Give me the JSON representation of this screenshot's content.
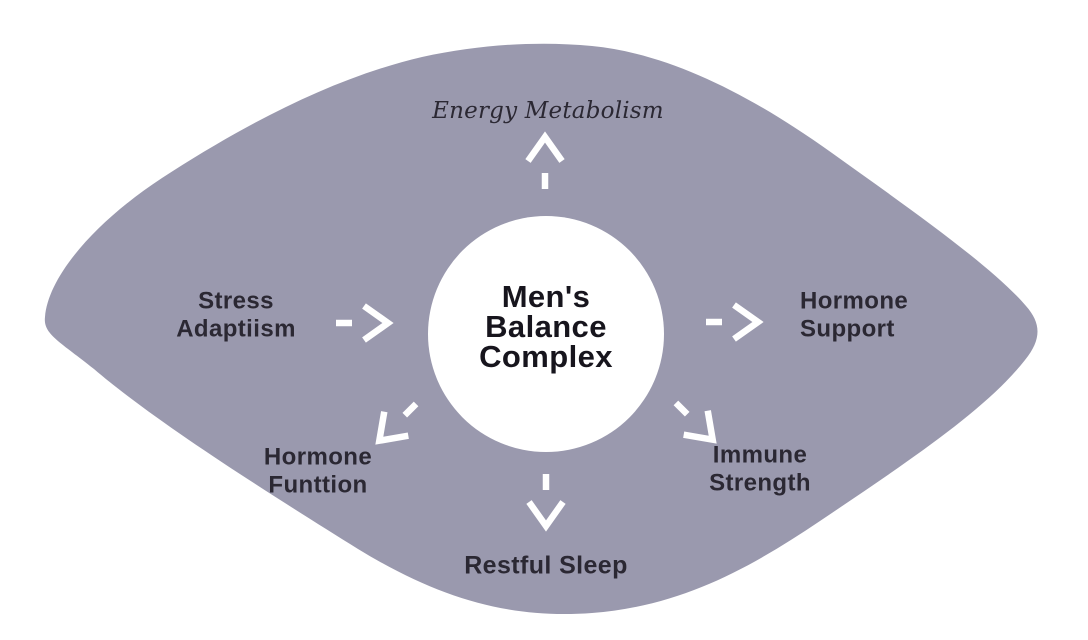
{
  "diagram": {
    "background_color": "#ffffff",
    "colors": {
      "blob": "#9a99ae",
      "circle": "#ffffff",
      "text": "#2b2833",
      "center_text": "#17151d",
      "arrow": "#ffffff"
    },
    "center_node": {
      "id": "mens-balance-complex",
      "lines": [
        "Men's",
        "Balance",
        "Complex"
      ]
    },
    "spokes": [
      {
        "id": "energy-metabolism",
        "position": "top",
        "arrow_direction": "up",
        "lines": [
          "Energy Metabolism"
        ]
      },
      {
        "id": "stress-adaptiism",
        "position": "left",
        "arrow_direction": "right",
        "lines": [
          "Stress",
          "Adaptiism"
        ]
      },
      {
        "id": "hormone-support",
        "position": "right",
        "arrow_direction": "right",
        "lines": [
          "Hormone",
          "Support"
        ]
      },
      {
        "id": "hormone-funttion",
        "position": "bottom-left",
        "arrow_direction": "down-left",
        "lines": [
          "Hormone",
          "Funttion"
        ]
      },
      {
        "id": "immune-strength",
        "position": "bottom-right",
        "arrow_direction": "down-right",
        "lines": [
          "Immune",
          "Strength"
        ]
      },
      {
        "id": "restful-sleep",
        "position": "bottom",
        "arrow_direction": "down",
        "lines": [
          "Restful Sleep"
        ]
      }
    ]
  }
}
